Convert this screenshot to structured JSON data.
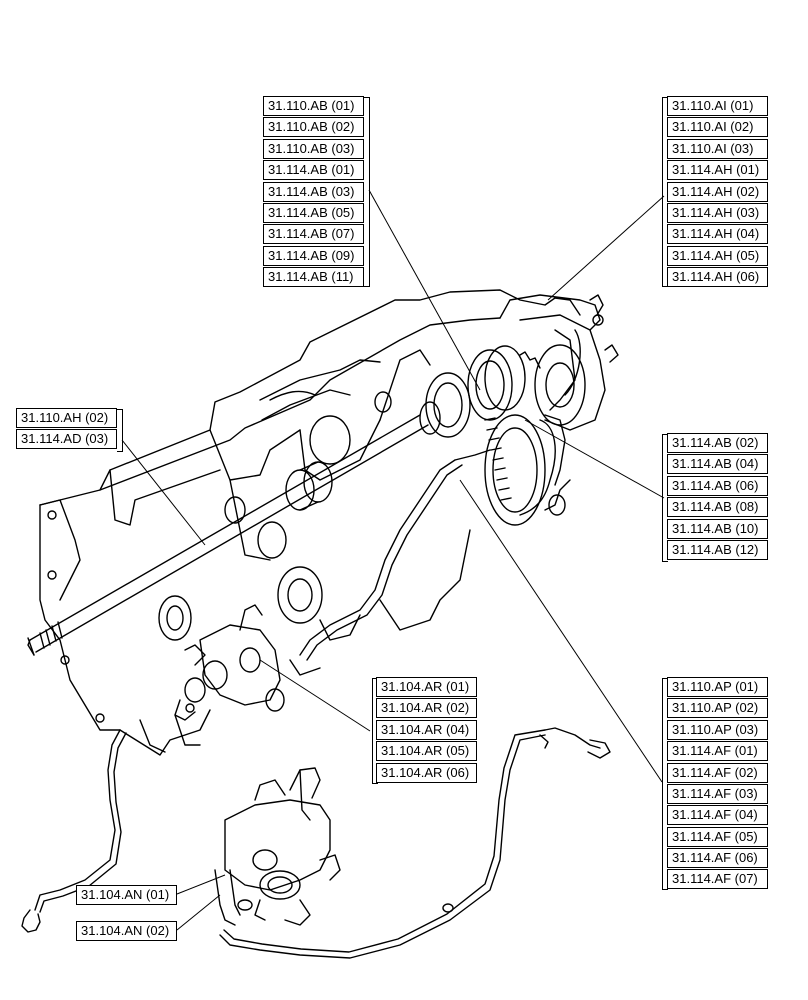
{
  "callouts": {
    "group_top_center": [
      "31.110.AB (01)",
      "31.110.AB (02)",
      "31.110.AB (03)",
      "31.114.AB (01)",
      "31.114.AB (03)",
      "31.114.AB (05)",
      "31.114.AB (07)",
      "31.114.AB (09)",
      "31.114.AB (11)"
    ],
    "group_top_right": [
      "31.110.AI (01)",
      "31.110.AI (02)",
      "31.110.AI (03)",
      "31.114.AH (01)",
      "31.114.AH (02)",
      "31.114.AH (03)",
      "31.114.AH (04)",
      "31.114.AH (05)",
      "31.114.AH (06)"
    ],
    "group_left": [
      "31.110.AH (02)",
      "31.114.AD (03)"
    ],
    "group_mid_right": [
      "31.114.AB (02)",
      "31.114.AB (04)",
      "31.114.AB (06)",
      "31.114.AB (08)",
      "31.114.AB (10)",
      "31.114.AB (12)"
    ],
    "group_center_bottom": [
      "31.104.AR (01)",
      "31.104.AR (02)",
      "31.104.AR (04)",
      "31.104.AR (05)",
      "31.104.AR (06)"
    ],
    "group_bottom_right": [
      "31.110.AP (01)",
      "31.110.AP (02)",
      "31.110.AP (03)",
      "31.114.AF (01)",
      "31.114.AF (02)",
      "31.114.AF (03)",
      "31.114.AF (04)",
      "31.114.AF (05)",
      "31.114.AF (06)",
      "31.114.AF (07)"
    ],
    "group_bottom_left_1": [
      "31.104.AN (01)"
    ],
    "group_bottom_left_2": [
      "31.104.AN (02)"
    ]
  }
}
